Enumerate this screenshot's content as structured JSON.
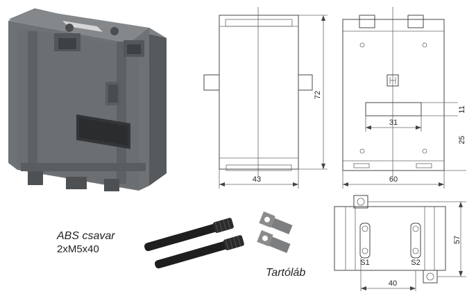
{
  "front_view": {
    "height": "72",
    "width": "43"
  },
  "side_view": {
    "window_height": "11",
    "window_width": "31",
    "offset": "25",
    "width": "60"
  },
  "bottom_view": {
    "depth": "57",
    "hole_spacing": "40",
    "terminal_s1": "S1",
    "terminal_s2": "S2"
  },
  "labels": {
    "screw_title": "ABS csavar",
    "screw_spec": "2xM5x40",
    "foot_label": "Tartóláb"
  },
  "colors": {
    "body_grey": "#6f7275",
    "dark_grey": "#4a4d50",
    "screw_black": "#1e1e1e",
    "foot_grey": "#8a8b8c"
  }
}
